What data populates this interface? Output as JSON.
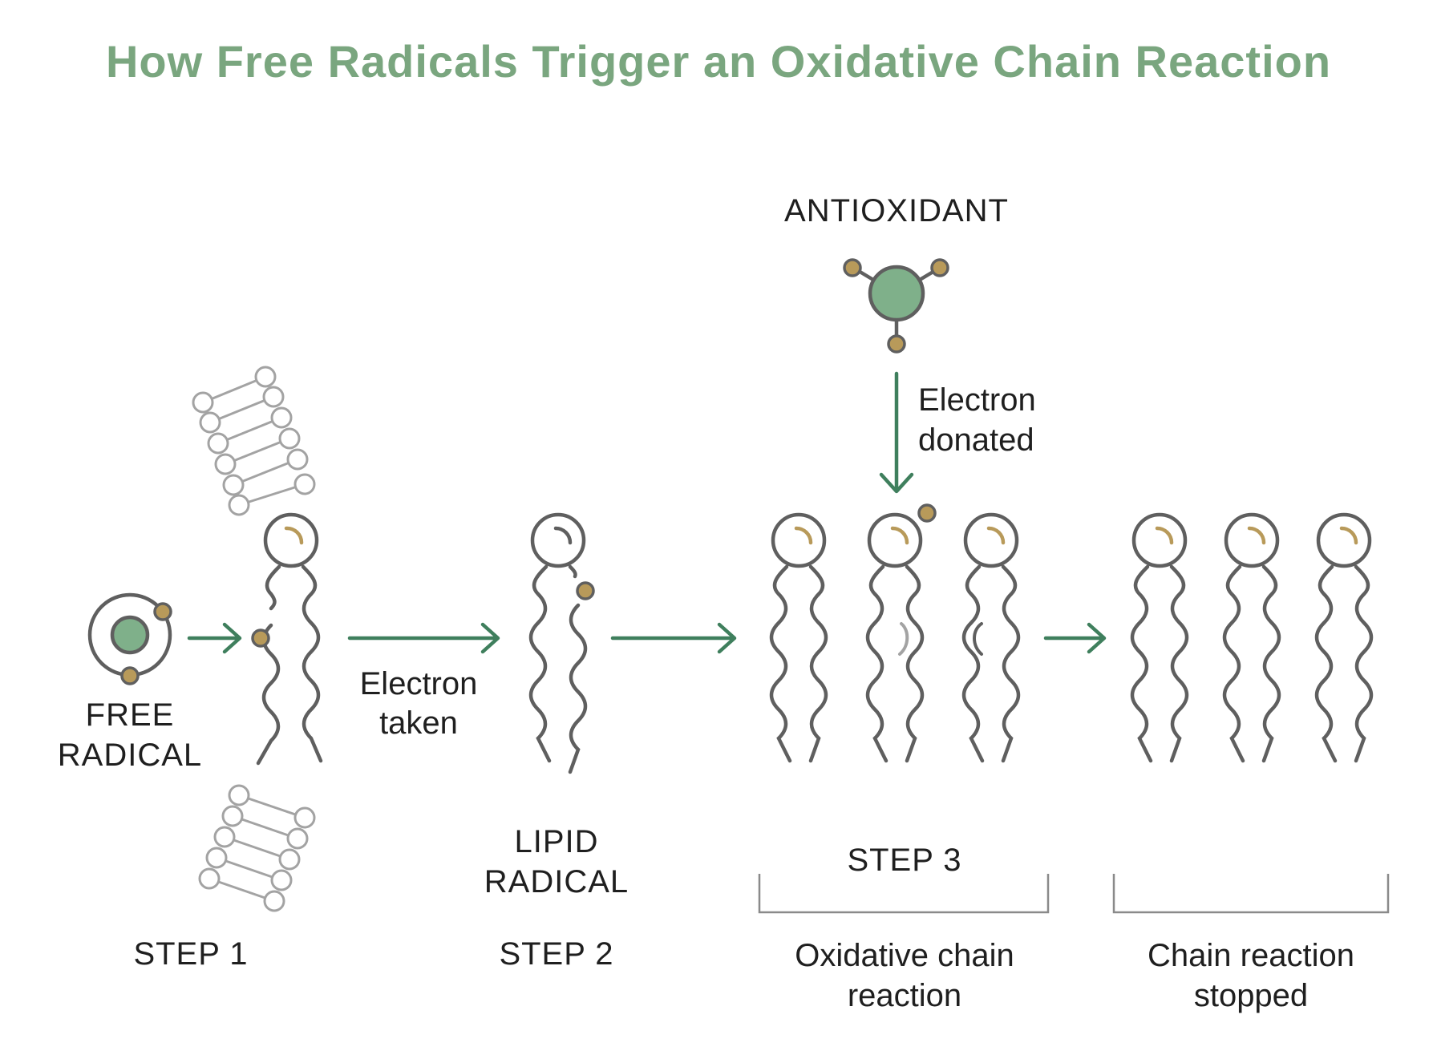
{
  "title": "How Free Radicals Trigger an Oxidative Chain Reaction",
  "labels": {
    "antioxidant": "ANTIOXIDANT",
    "electron_donated_1": "Electron",
    "electron_donated_2": "donated",
    "free_radical_1": "FREE",
    "free_radical_2": "RADICAL",
    "electron_taken_1": "Electron",
    "electron_taken_2": "taken",
    "lipid_radical_1": "LIPID",
    "lipid_radical_2": "RADICAL",
    "step1": "STEP 1",
    "step2": "STEP 2",
    "step3": "STEP 3",
    "oxidative_1": "Oxidative chain",
    "oxidative_2": "reaction",
    "stopped_1": "Chain reaction",
    "stopped_2": "stopped"
  },
  "colors": {
    "title": "#7aa67f",
    "arrow": "#3f7f5d",
    "electron": "#b89a5a",
    "nucleus": "#7fb08a",
    "outline": "#5f5f5f",
    "membrane": "#a3a3a3"
  }
}
